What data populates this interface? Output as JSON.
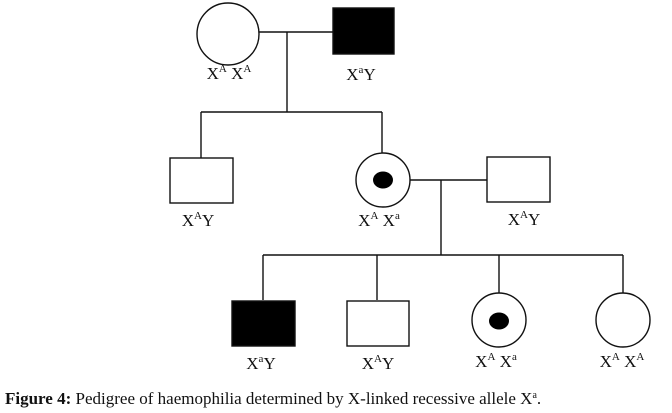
{
  "figure": {
    "caption_label": "Figure 4:",
    "caption_text": " Pedigree of haemophilia determined by X-linked recessive allele X",
    "caption_sup": "a",
    "caption_end": "."
  },
  "legend_colors": {
    "stroke": "#111111",
    "affected_fill": "#000000",
    "unaffected_fill": "#ffffff"
  },
  "pedigree": {
    "generation_1": [
      {
        "id": "I-1",
        "sex": "female",
        "status": "unaffected",
        "genotype": {
          "base1": "X",
          "sup1": "A",
          "base2": "X",
          "sup2": "A",
          "tail": ""
        }
      },
      {
        "id": "I-2",
        "sex": "male",
        "status": "affected",
        "genotype": {
          "base1": "X",
          "sup1": "a",
          "base2": "",
          "sup2": "",
          "tail": "Y"
        }
      }
    ],
    "generation_2": [
      {
        "id": "II-1",
        "sex": "male",
        "status": "unaffected",
        "genotype": {
          "base1": "X",
          "sup1": "A",
          "base2": "",
          "sup2": "",
          "tail": "Y"
        }
      },
      {
        "id": "II-2",
        "sex": "female",
        "status": "carrier",
        "genotype": {
          "base1": "X",
          "sup1": "A",
          "base2": "X",
          "sup2": "a",
          "tail": ""
        }
      },
      {
        "id": "II-3",
        "sex": "male",
        "status": "unaffected",
        "genotype": {
          "base1": "X",
          "sup1": "A",
          "base2": "",
          "sup2": "",
          "tail": "Y"
        }
      }
    ],
    "generation_3": [
      {
        "id": "III-1",
        "sex": "male",
        "status": "affected",
        "genotype": {
          "base1": "X",
          "sup1": "a",
          "base2": "",
          "sup2": "",
          "tail": "Y"
        }
      },
      {
        "id": "III-2",
        "sex": "male",
        "status": "unaffected",
        "genotype": {
          "base1": "X",
          "sup1": "A",
          "base2": "",
          "sup2": "",
          "tail": "Y"
        }
      },
      {
        "id": "III-3",
        "sex": "female",
        "status": "carrier",
        "genotype": {
          "base1": "X",
          "sup1": "A",
          "base2": "X",
          "sup2": "a",
          "tail": ""
        }
      },
      {
        "id": "III-4",
        "sex": "female",
        "status": "unaffected",
        "genotype": {
          "base1": "X",
          "sup1": "A",
          "base2": "X",
          "sup2": "A",
          "tail": ""
        }
      }
    ],
    "matings": [
      {
        "partners": [
          "I-1",
          "I-2"
        ],
        "children": [
          "II-1",
          "II-2"
        ]
      },
      {
        "partners": [
          "II-2",
          "II-3"
        ],
        "children": [
          "III-1",
          "III-2",
          "III-3",
          "III-4"
        ]
      }
    ]
  }
}
